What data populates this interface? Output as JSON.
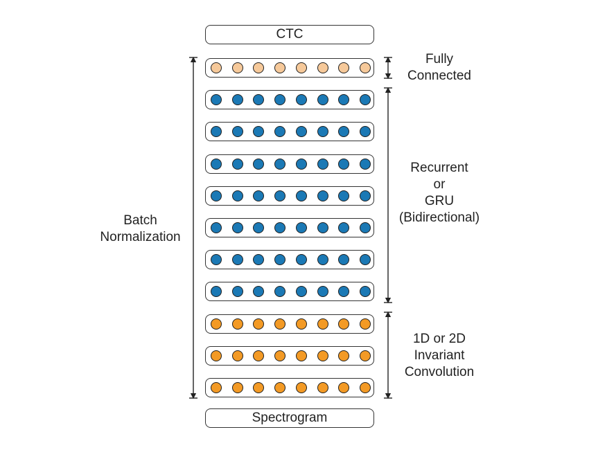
{
  "top_box": "CTC",
  "bottom_box": "Spectrogram",
  "left_label": [
    "Batch",
    "Normalization"
  ],
  "groups": {
    "fully_connected": {
      "label": [
        "Fully",
        "Connected"
      ],
      "layers": 1,
      "color": "#f6c99a"
    },
    "recurrent": {
      "label": [
        "Recurrent",
        "or",
        "GRU",
        "(Bidirectional)"
      ],
      "layers": 7,
      "color": "#1b79b5"
    },
    "convolution": {
      "label": [
        "1D or 2D",
        "Invariant",
        "Convolution"
      ],
      "layers": 3,
      "color": "#f39a25"
    }
  },
  "nodes_per_layer": 8
}
